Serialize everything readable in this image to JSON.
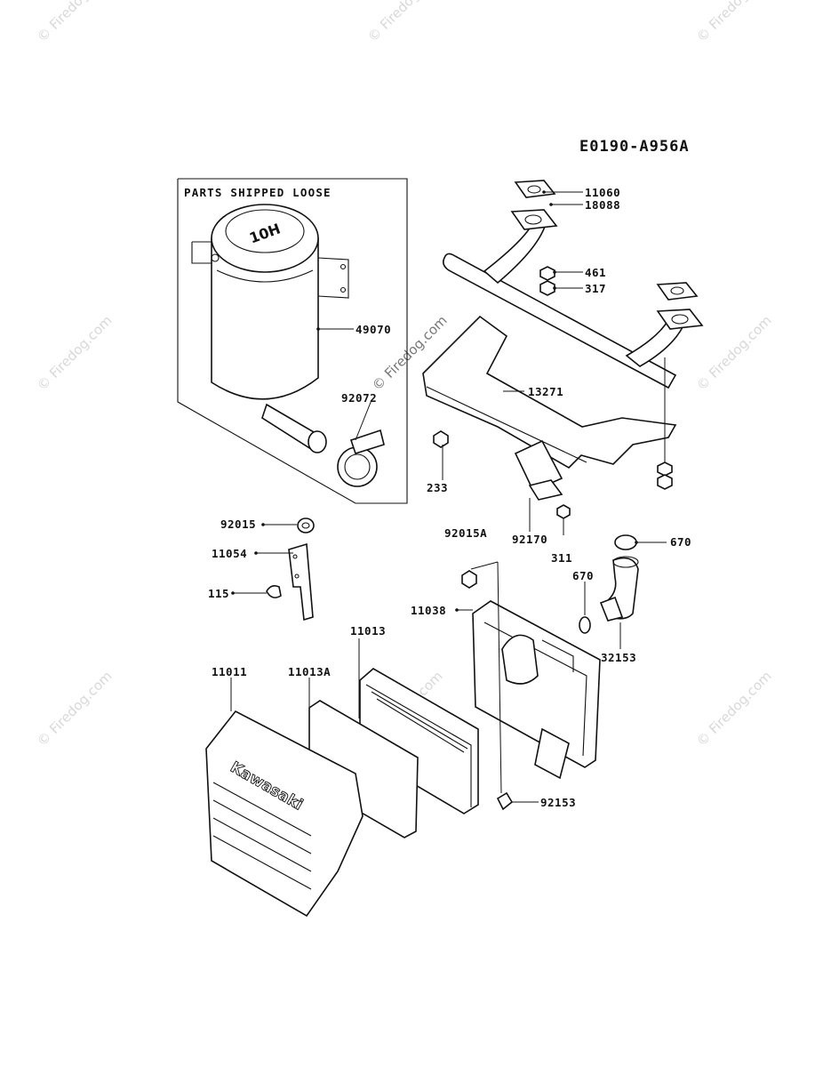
{
  "diagram_code": "E0190-A956A",
  "box_title": "PARTS SHIPPED LOOSE",
  "watermark": "© Firedog.com",
  "watermark_center": "© Firedog.com",
  "brand_text": "Kawasaki",
  "muffler_text": "10H",
  "parts": [
    {
      "id": "49070",
      "label": "49070"
    },
    {
      "id": "92072",
      "label": "92072"
    },
    {
      "id": "11060",
      "label": "11060"
    },
    {
      "id": "18088",
      "label": "18088"
    },
    {
      "id": "461",
      "label": "461"
    },
    {
      "id": "317",
      "label": "317"
    },
    {
      "id": "13271",
      "label": "13271"
    },
    {
      "id": "233",
      "label": "233"
    },
    {
      "id": "92170",
      "label": "92170"
    },
    {
      "id": "311",
      "label": "311"
    },
    {
      "id": "92015",
      "label": "92015"
    },
    {
      "id": "11054",
      "label": "11054"
    },
    {
      "id": "115",
      "label": "115"
    },
    {
      "id": "92015A",
      "label": "92015A"
    },
    {
      "id": "670a",
      "label": "670"
    },
    {
      "id": "670b",
      "label": "670"
    },
    {
      "id": "11038",
      "label": "11038"
    },
    {
      "id": "32153",
      "label": "32153"
    },
    {
      "id": "11013",
      "label": "11013"
    },
    {
      "id": "11011",
      "label": "11011"
    },
    {
      "id": "11013A",
      "label": "11013A"
    },
    {
      "id": "92153",
      "label": "92153"
    }
  ]
}
